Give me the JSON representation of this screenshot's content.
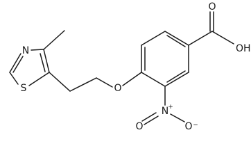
{
  "molecule": {
    "atoms": {
      "n_thiazole": "N",
      "s_thiazole": "S",
      "o_ether": "O",
      "o_hydroxyl": "OH",
      "o_carbonyl": "O",
      "n_nitro": "N",
      "n_nitro_charge": "+",
      "o_nitro": "O",
      "o_nitro_charge": "−"
    }
  }
}
